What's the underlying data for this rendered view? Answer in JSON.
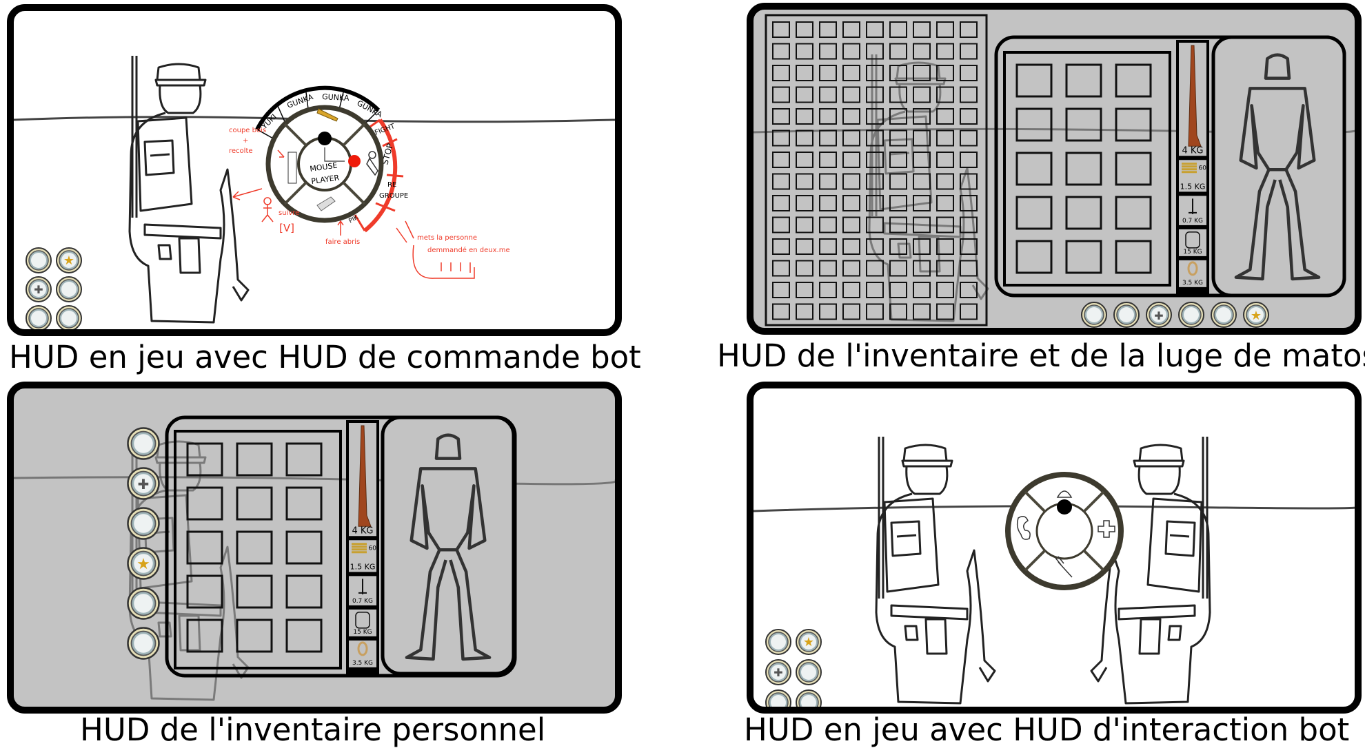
{
  "captions": {
    "command_bot": "HUD en jeu avec HUD de commande bot",
    "inventory_sled": "HUD de l'inventaire et de la luge de matos",
    "inventory_personal": "HUD de l'inventaire personnel",
    "interaction_bot": "HUD en jeu avec HUD d'interaction bot"
  },
  "command_wheel": {
    "center_label_1": "MOUSE",
    "center_label_2": "PLAYER",
    "bot_tabs": [
      "YUKI",
      "GUNKA",
      "GUNKA",
      "GUNKA"
    ],
    "orders": [
      "FIGHT",
      "STOP",
      "RE",
      "GROUPE",
      "PIK"
    ]
  },
  "annotations": {
    "chop": "coupe bois",
    "chop_plus": "+",
    "chop_2": "recolte",
    "follow": "suivre",
    "follow_key": "[V]",
    "shelter": "faire abris",
    "reorder_1": "mets la personne",
    "reorder_2": "demmandé en deux.me",
    "accent_color": "#ef3b2a"
  },
  "equipment": {
    "rifle_weight": "4 KG",
    "ammo_count": "60",
    "ammo_weight": "1.5 KG",
    "knife_weight": "0.7 KG",
    "backpack_weight": "15 KG",
    "rope_weight": "3.5 KG"
  },
  "status_icons": [
    "thermometer-icon",
    "star-icon",
    "medical-cross-icon",
    "lungs-icon",
    "stomach-icon",
    "hand-icon"
  ],
  "interaction_wheel_icons": [
    "helmet-icon",
    "medical-cross-icon",
    "fork-icon",
    "rope-icon"
  ]
}
